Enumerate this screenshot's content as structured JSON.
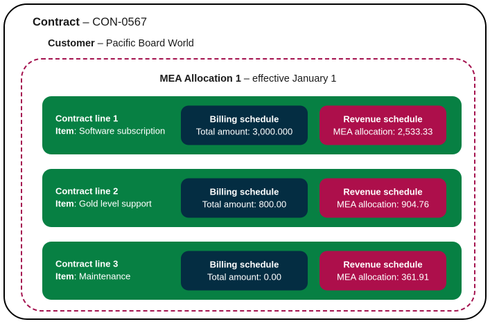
{
  "contract": {
    "label": "Contract",
    "separator": " – ",
    "value": "CON-0567"
  },
  "customer": {
    "label": "Customer",
    "separator": " – ",
    "value": "Pacific Board World"
  },
  "mea_allocation": {
    "label": "MEA Allocation 1",
    "separator": " – ",
    "value": "effective January 1"
  },
  "colors": {
    "contract_border": "#000000",
    "mea_border": "#a4134f",
    "contract_line": "#078043",
    "billing_schedule": "#042d42",
    "revenue_schedule": "#ad0f4b",
    "text_on_fill": "#ffffff",
    "text_dark": "#1a1a1a"
  },
  "contract_lines": [
    {
      "name": "Contract line 1",
      "item_label": "Item",
      "item_separator": ": ",
      "item_value": "Software subscription",
      "billing": {
        "title": "Billing schedule",
        "value": "Total amount: 3,000.000"
      },
      "revenue": {
        "title": "Revenue schedule",
        "value": "MEA allocation: 2,533.33"
      }
    },
    {
      "name": "Contract line 2",
      "item_label": "Item",
      "item_separator": ": ",
      "item_value": "Gold level support",
      "billing": {
        "title": "Billing schedule",
        "value": "Total amount: 800.00"
      },
      "revenue": {
        "title": "Revenue schedule",
        "value": "MEA allocation: 904.76"
      }
    },
    {
      "name": "Contract line 3",
      "item_label": "Item",
      "item_separator": ": ",
      "item_value": "Maintenance",
      "billing": {
        "title": "Billing schedule",
        "value": "Total amount: 0.00"
      },
      "revenue": {
        "title": "Revenue schedule",
        "value": "MEA allocation: 361.91"
      }
    }
  ]
}
